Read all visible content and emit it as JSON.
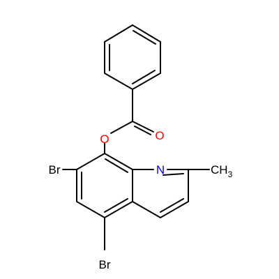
{
  "molecule": {
    "atoms": {
      "ester_oxygen": {
        "label": "O",
        "color": "#ff0000"
      },
      "carbonyl_oxygen": {
        "label": "O",
        "color": "#ff0000"
      },
      "ring_nitrogen": {
        "label": "N",
        "color": "#0000ff"
      },
      "bromine_7": {
        "label": "Br",
        "color": "#000000"
      },
      "bromine_5": {
        "label": "Br",
        "color": "#000000"
      },
      "methyl": {
        "label": "CH",
        "subscript": "3",
        "color": "#000000"
      }
    },
    "bond_color": "#000000"
  }
}
